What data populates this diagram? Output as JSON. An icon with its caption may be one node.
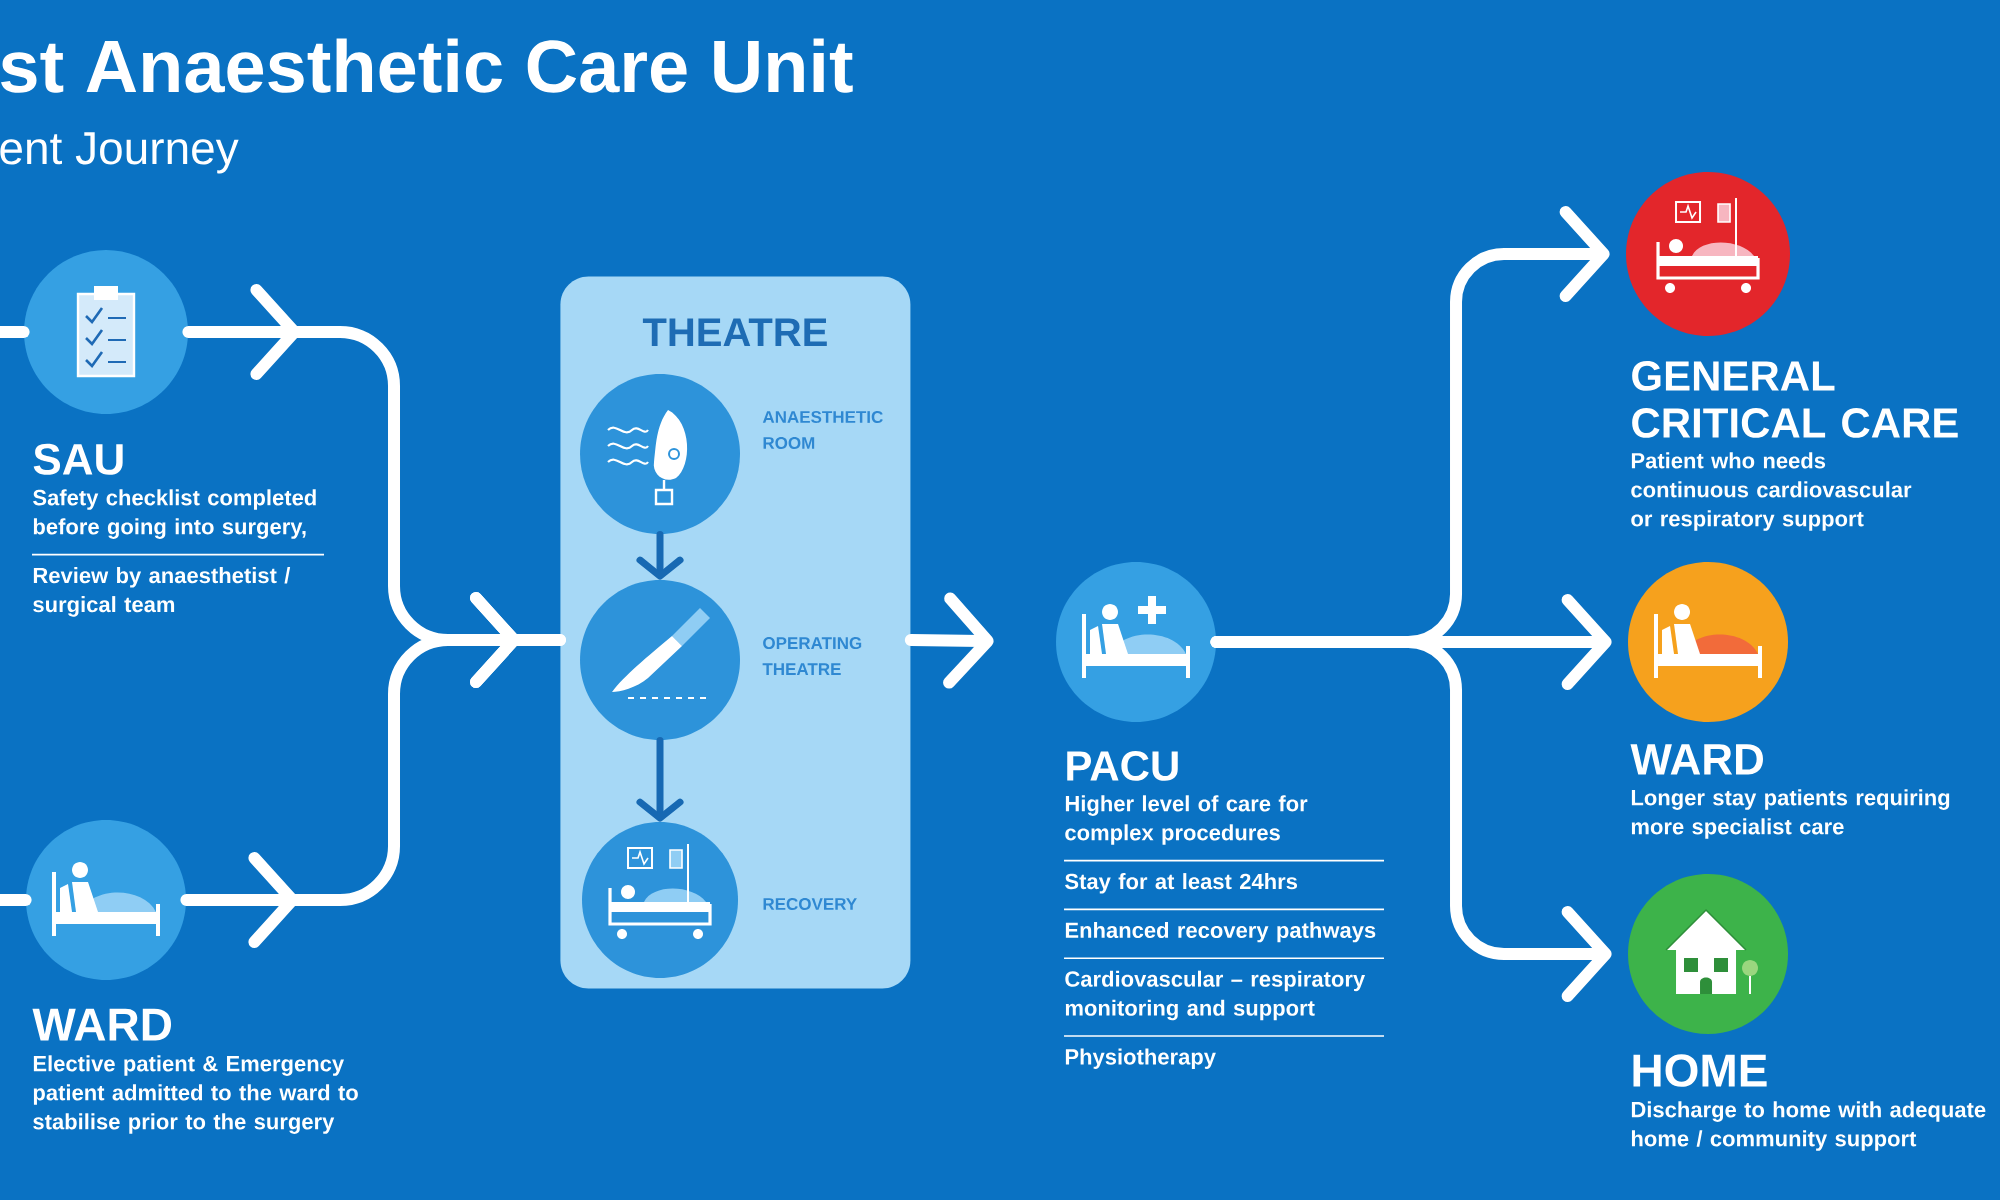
{
  "diagram": {
    "title": "st Anaesthetic Care Unit",
    "nodes": [
      {
        "text": [
          "SAU",
          "Safety checklist completed before going into surgery,",
          "Review by anaesthetist / surgical team"
        ]
      },
      {
        "text": [
          "WARD",
          "Elective patient & Emergency patient admitted to the ward to stabilise prior to the surgery"
        ]
      },
      {
        "text": [
          "THEATRE"
        ]
      },
      {
        "text": [
          "ANAESTHETIC ROOM"
        ],
        "in": 2
      },
      {
        "text": [
          "OPERATING THEATRE"
        ],
        "in": 2
      },
      {
        "text": [
          "RECOVERY"
        ],
        "in": 2
      },
      {
        "text": [
          "PACU",
          "Higher level of care for complex procedures",
          "Stay for at least 24hrs",
          "Enhanced recovery pathways",
          "Cardiovascular – respiratory monitoring and support",
          "Physiotherapy"
        ]
      },
      {
        "text": [
          "GENERAL CRITICAL CARE",
          "Patient who needs continuous cardiovascular or respiratory support"
        ]
      },
      {
        "text": [
          "WARD",
          "Longer stay patients requiring more specialist care"
        ]
      },
      {
        "text": [
          "HOME",
          "Discharge to home with adequate home / community support"
        ]
      }
    ],
    "edges": [
      {
        "from": null,
        "to": 0,
        "arrow": "none"
      },
      {
        "from": null,
        "to": 1,
        "arrow": "none"
      },
      {
        "from": 0,
        "to": 2,
        "arrow": "to"
      },
      {
        "from": 1,
        "to": 2,
        "arrow": "to"
      },
      {
        "from": 3,
        "to": 4,
        "arrow": "to",
        "color": "#1769b3"
      },
      {
        "from": 4,
        "to": 5,
        "arrow": "to",
        "color": "#1769b3"
      },
      {
        "from": 2,
        "to": 6,
        "arrow": "to"
      },
      {
        "from": 6,
        "to": 7,
        "arrow": "to"
      },
      {
        "from": 6,
        "to": 8,
        "arrow": "to"
      },
      {
        "from": 6,
        "to": 9,
        "arrow": "to"
      }
    ],
    "labels": [
      "ent Journey"
    ]
  }
}
